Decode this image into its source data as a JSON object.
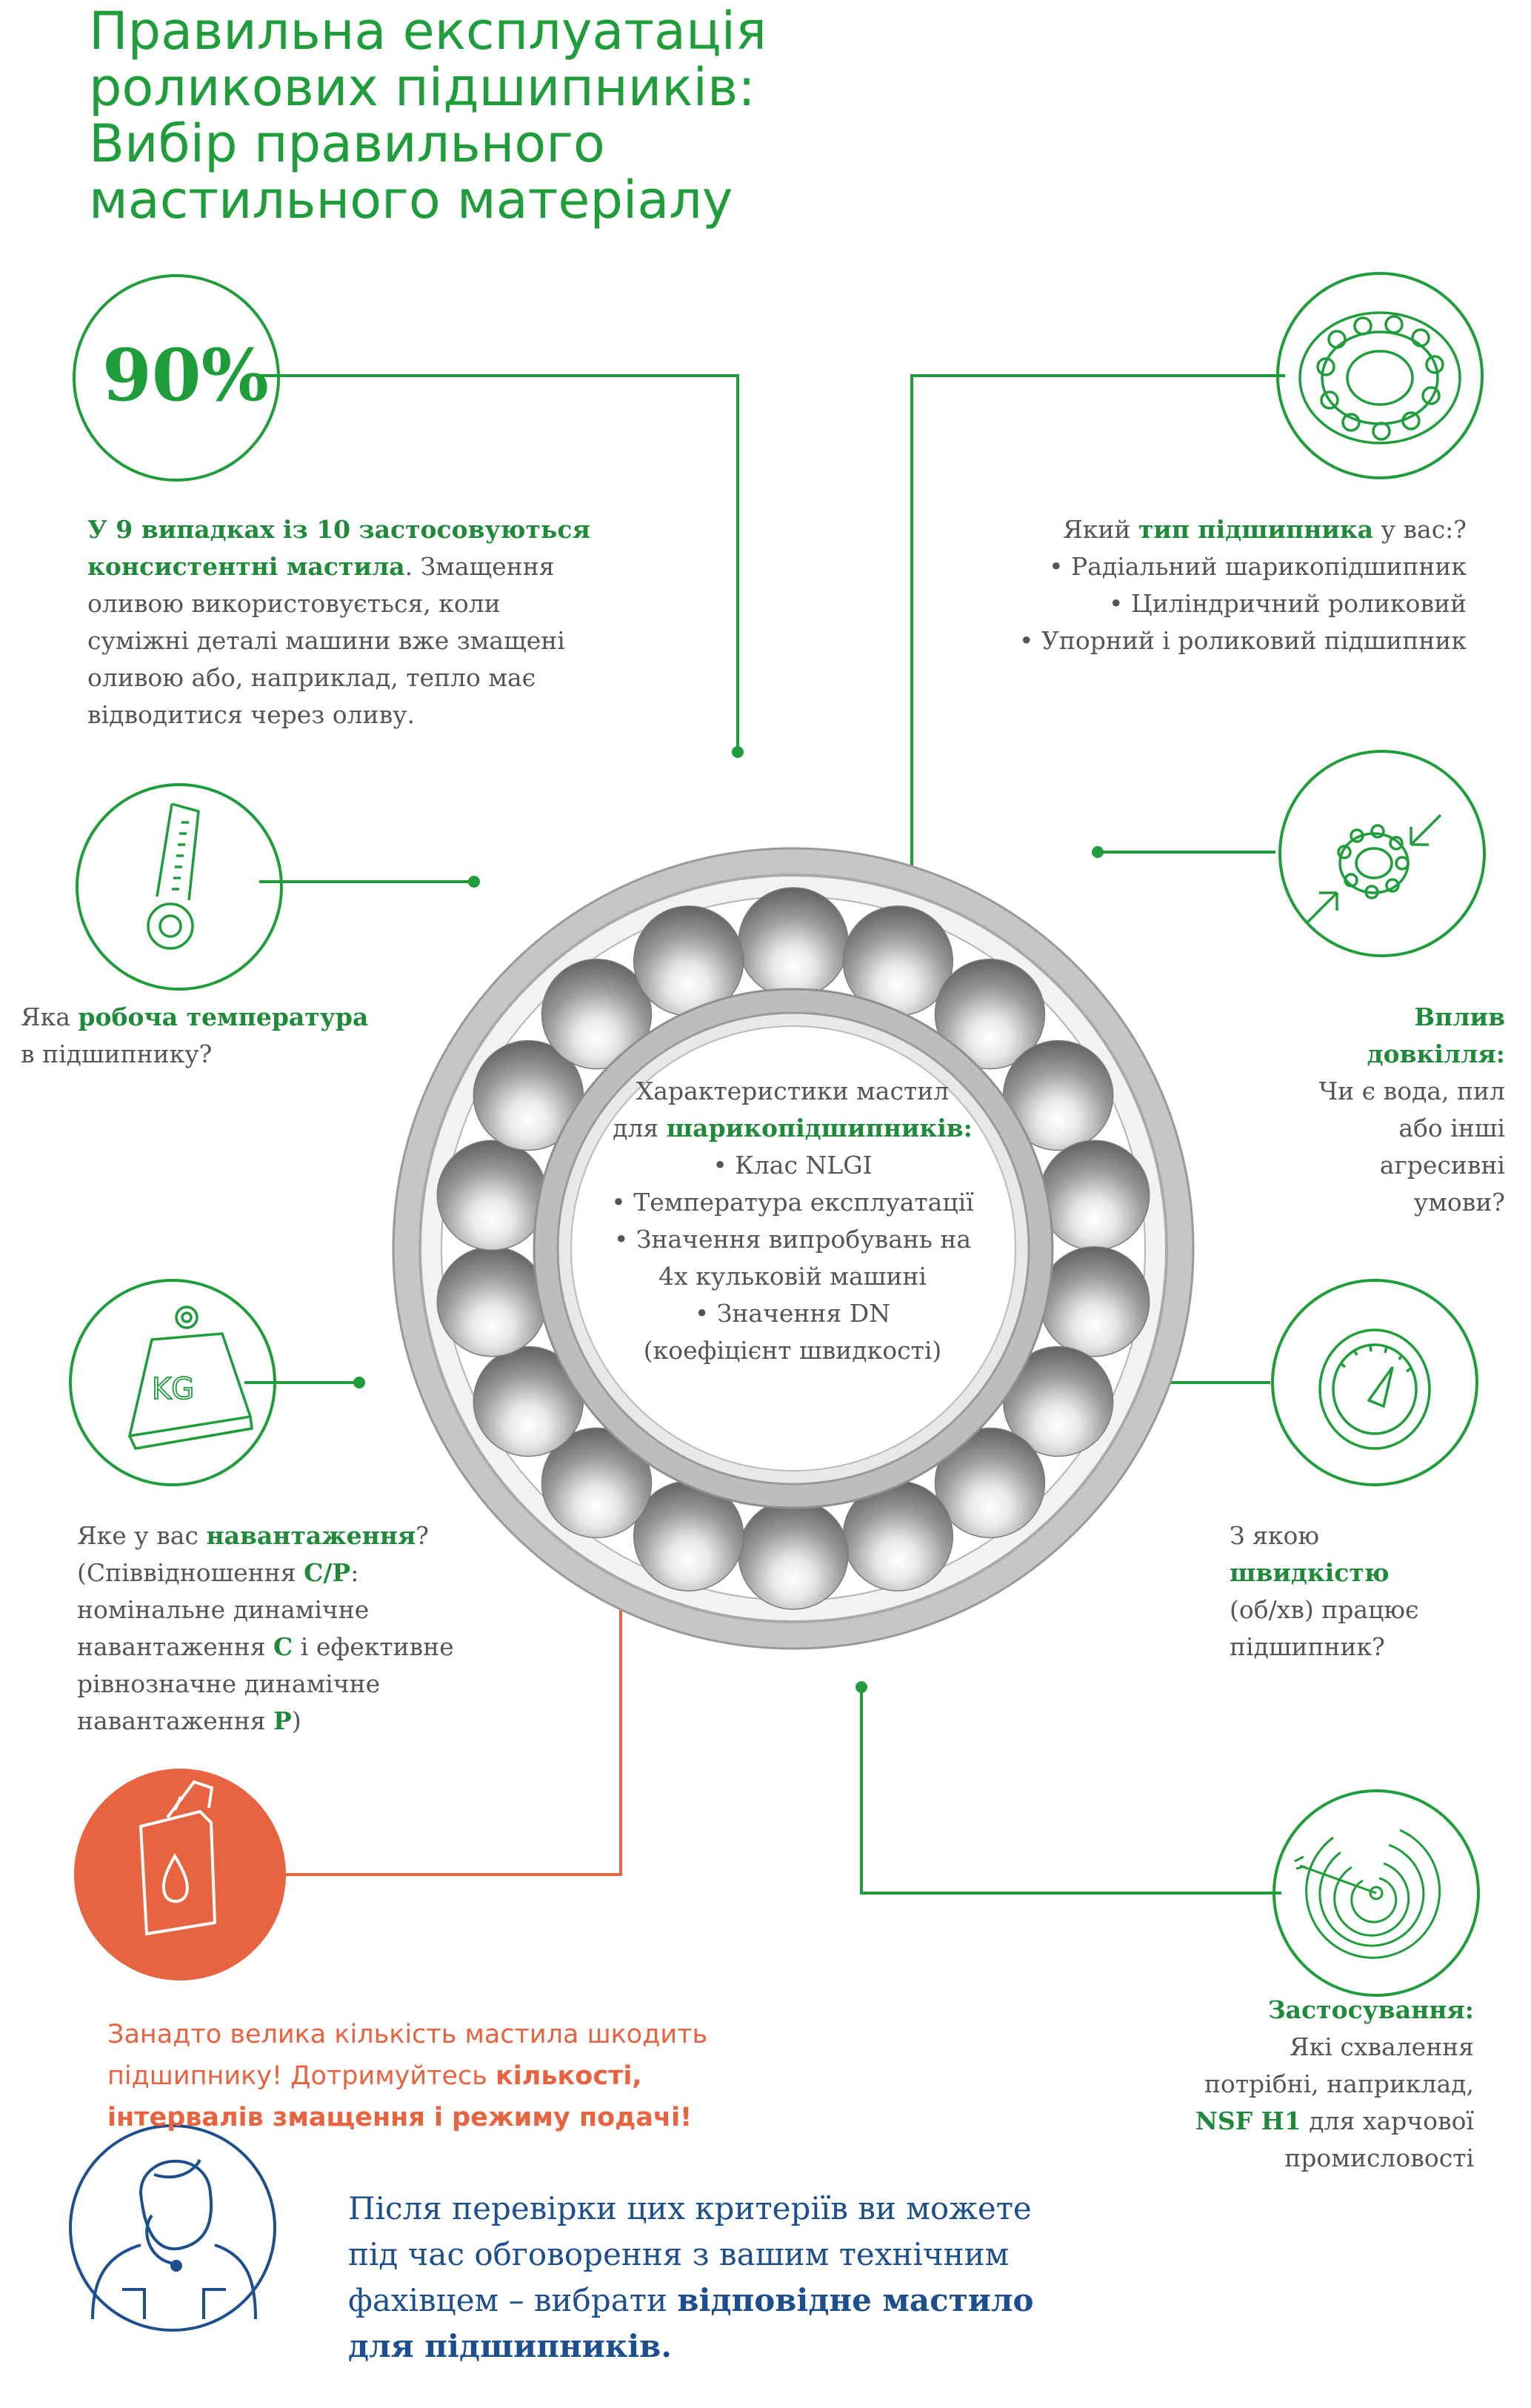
{
  "title": {
    "line1": "Правильна експлуатація",
    "line2": "роликових підшипників:",
    "line3": "Вибір правильного",
    "line4": "мастильного матеріалу"
  },
  "percent_badge": "90%",
  "grease_block": {
    "bold1": "У 9 випадках із 10 застосовуються",
    "bold2": "консистентні мастила",
    "rest1": ". Змащення",
    "line3": "оливою використовується, коли",
    "line4": "суміжні деталі машини вже змащені",
    "line5": "оливою або, наприклад, тепло має",
    "line6": "відводитися через оливу."
  },
  "bearing_type": {
    "q_pre": "Який ",
    "q_bold": "тип підшипника",
    "q_post": " у вас:?",
    "items": [
      "• Радіальний шарикопідшипник",
      "• Циліндричний роликовий",
      "• Упорний і роликовий підшипник"
    ]
  },
  "temperature": {
    "pre": "Яка ",
    "bold": "робоча температура",
    "line2": "в підшипнику?"
  },
  "environment": {
    "bold1": "Вплив",
    "bold2": "довкілля:",
    "lines": [
      "Чи є вода, пил",
      "або інші",
      "агресивні",
      "умови?"
    ]
  },
  "center_text": {
    "line1": "Характеристики мастил",
    "line2_pre": "для ",
    "line2_bold": "шарикопідшипників:",
    "items": [
      "• Клас NLGI",
      "• Температура експлуатації",
      "• Значення випробувань на",
      "4х кульковій машині",
      "• Значення DN",
      "(коефіцієнт швидкості)"
    ]
  },
  "load": {
    "pre": "Яке у вас ",
    "bold": "навантаження",
    "post": "?",
    "l2_pre": "(Співвідношення ",
    "l2_bold": "C/P",
    "l2_post": ":",
    "l3": "номінальне динамічне",
    "l4_pre": "навантаження ",
    "l4_bold": "C",
    "l4_post": " і ефективне",
    "l5": "рівнозначне динамічне",
    "l6_pre": "навантаження ",
    "l6_bold": "P",
    "l6_post": ")"
  },
  "speed": {
    "l1": "З якою",
    "bold": "швидкістю",
    "l3": "(об/хв) працює",
    "l4": "підшипник?"
  },
  "warning": {
    "l1": "Занадто велика кількість мастила шкодить",
    "l2_pre": "підшипнику! Дотримуйтесь ",
    "l2_bold": "кількості,",
    "l3_bold": "інтервалів змащення і режиму подачі!"
  },
  "application": {
    "bold": "Застосування:",
    "l2": "Які схвалення",
    "l3": "потрібні, наприклад,",
    "l4_bold": "NSF H1",
    "l4_post": " для харчової",
    "l5": "промисловості"
  },
  "closing": {
    "l1": "Після перевірки цих критеріїв ви можете",
    "l2": "під час обговорення з вашим технічним",
    "l3_pre": "фахівцем – вибрати  ",
    "l3_bold": "відповідне мастило",
    "l4_bold": "для підшипників."
  },
  "icons": [
    "percent-circle",
    "bearing-icon",
    "thermometer-icon",
    "environment-icon",
    "weight-kg-icon",
    "speedometer-icon",
    "oil-can-icon",
    "target-icon",
    "support-agent-icon"
  ],
  "colors": {
    "green": "#1f9d3b",
    "orange": "#e8633f",
    "blue": "#1d4f8f",
    "ring": "#b9b9b9"
  }
}
